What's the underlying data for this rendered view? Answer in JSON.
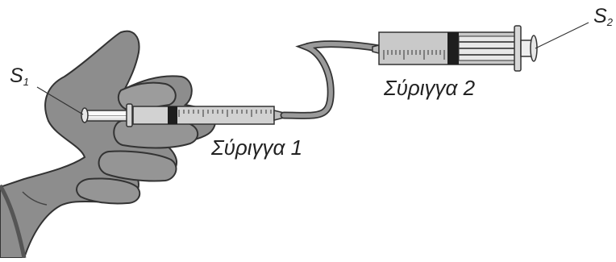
{
  "labels": {
    "syringe1": "Σύριγγα 1",
    "syringe2": "Σύριγγα 2",
    "plunger1_letter": "S",
    "plunger1_sub": "1",
    "plunger2_letter": "S",
    "plunger2_sub": "2"
  },
  "colors": {
    "glove_fill": "#8d8d8d",
    "outline": "#333333",
    "barrel_fill": "#c9c9c9",
    "tube_fill": "#9a9a9a"
  }
}
